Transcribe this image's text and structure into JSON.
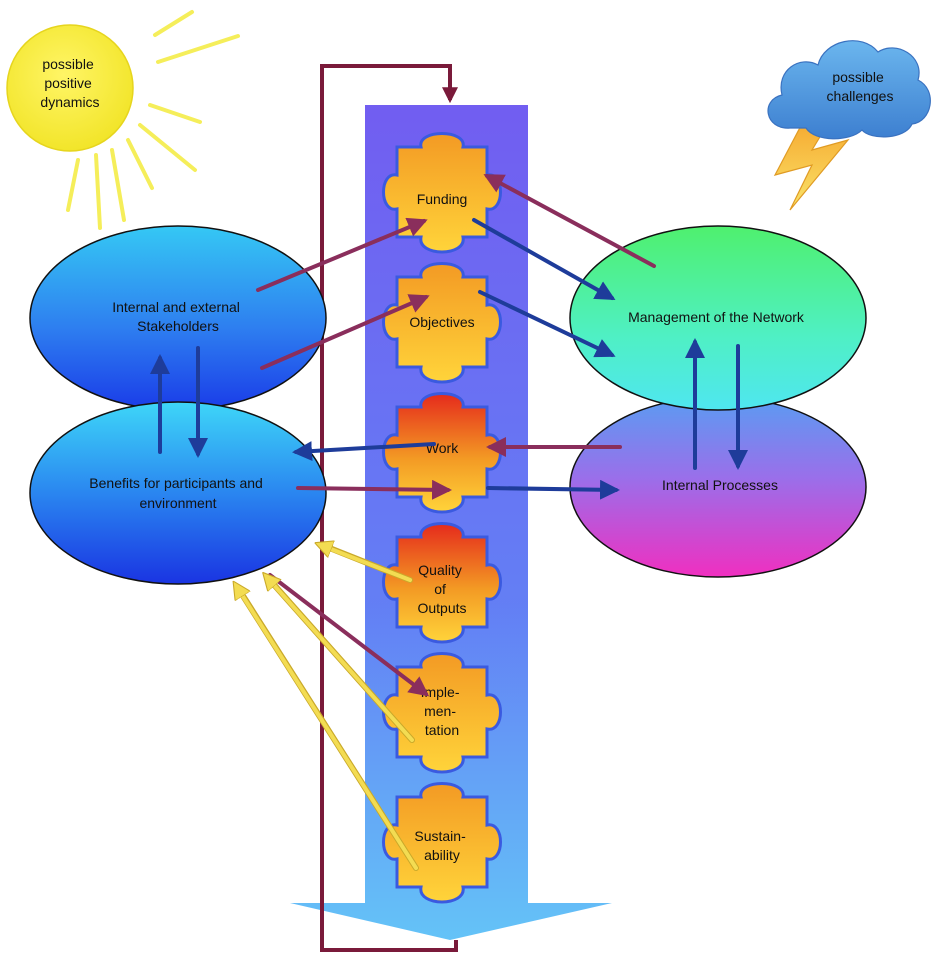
{
  "sun": {
    "lines": [
      "possible",
      "positive",
      "dynamics"
    ],
    "color": "#F7EC3A"
  },
  "cloud": {
    "lines": [
      "possible",
      "challenges"
    ],
    "color": "#5FA6E6"
  },
  "ellipses": {
    "stakeholders": {
      "lines": [
        "Internal and external",
        "Stakeholders"
      ]
    },
    "benefits": {
      "lines": [
        "Benefits for participants and",
        "environment"
      ]
    },
    "management": {
      "lines": [
        "Management of the Network"
      ]
    },
    "internal_processes": {
      "lines": [
        "Internal Processes"
      ]
    }
  },
  "pieces": [
    {
      "id": "funding",
      "lines": [
        "Funding"
      ]
    },
    {
      "id": "objectives",
      "lines": [
        "Objectives"
      ]
    },
    {
      "id": "work",
      "lines": [
        "Work"
      ]
    },
    {
      "id": "quality",
      "lines": [
        "Quality",
        "of",
        "Outputs"
      ]
    },
    {
      "id": "implementation",
      "lines": [
        "Imple-",
        "men-",
        "tation"
      ]
    },
    {
      "id": "sustainability",
      "lines": [
        "Sustain-",
        "ability"
      ]
    }
  ],
  "colors": {
    "big_arrow": "#5B6BF2",
    "feedback_loop": "#7A1A3A",
    "purple_arrow": "#8A2E5C",
    "blue_arrow": "#1E3C9A",
    "yellow_arrow": "#F3DC52",
    "piece_orange": "#F39A24",
    "piece_red": "#E52A1C",
    "piece_yellow": "#FFD43A"
  }
}
